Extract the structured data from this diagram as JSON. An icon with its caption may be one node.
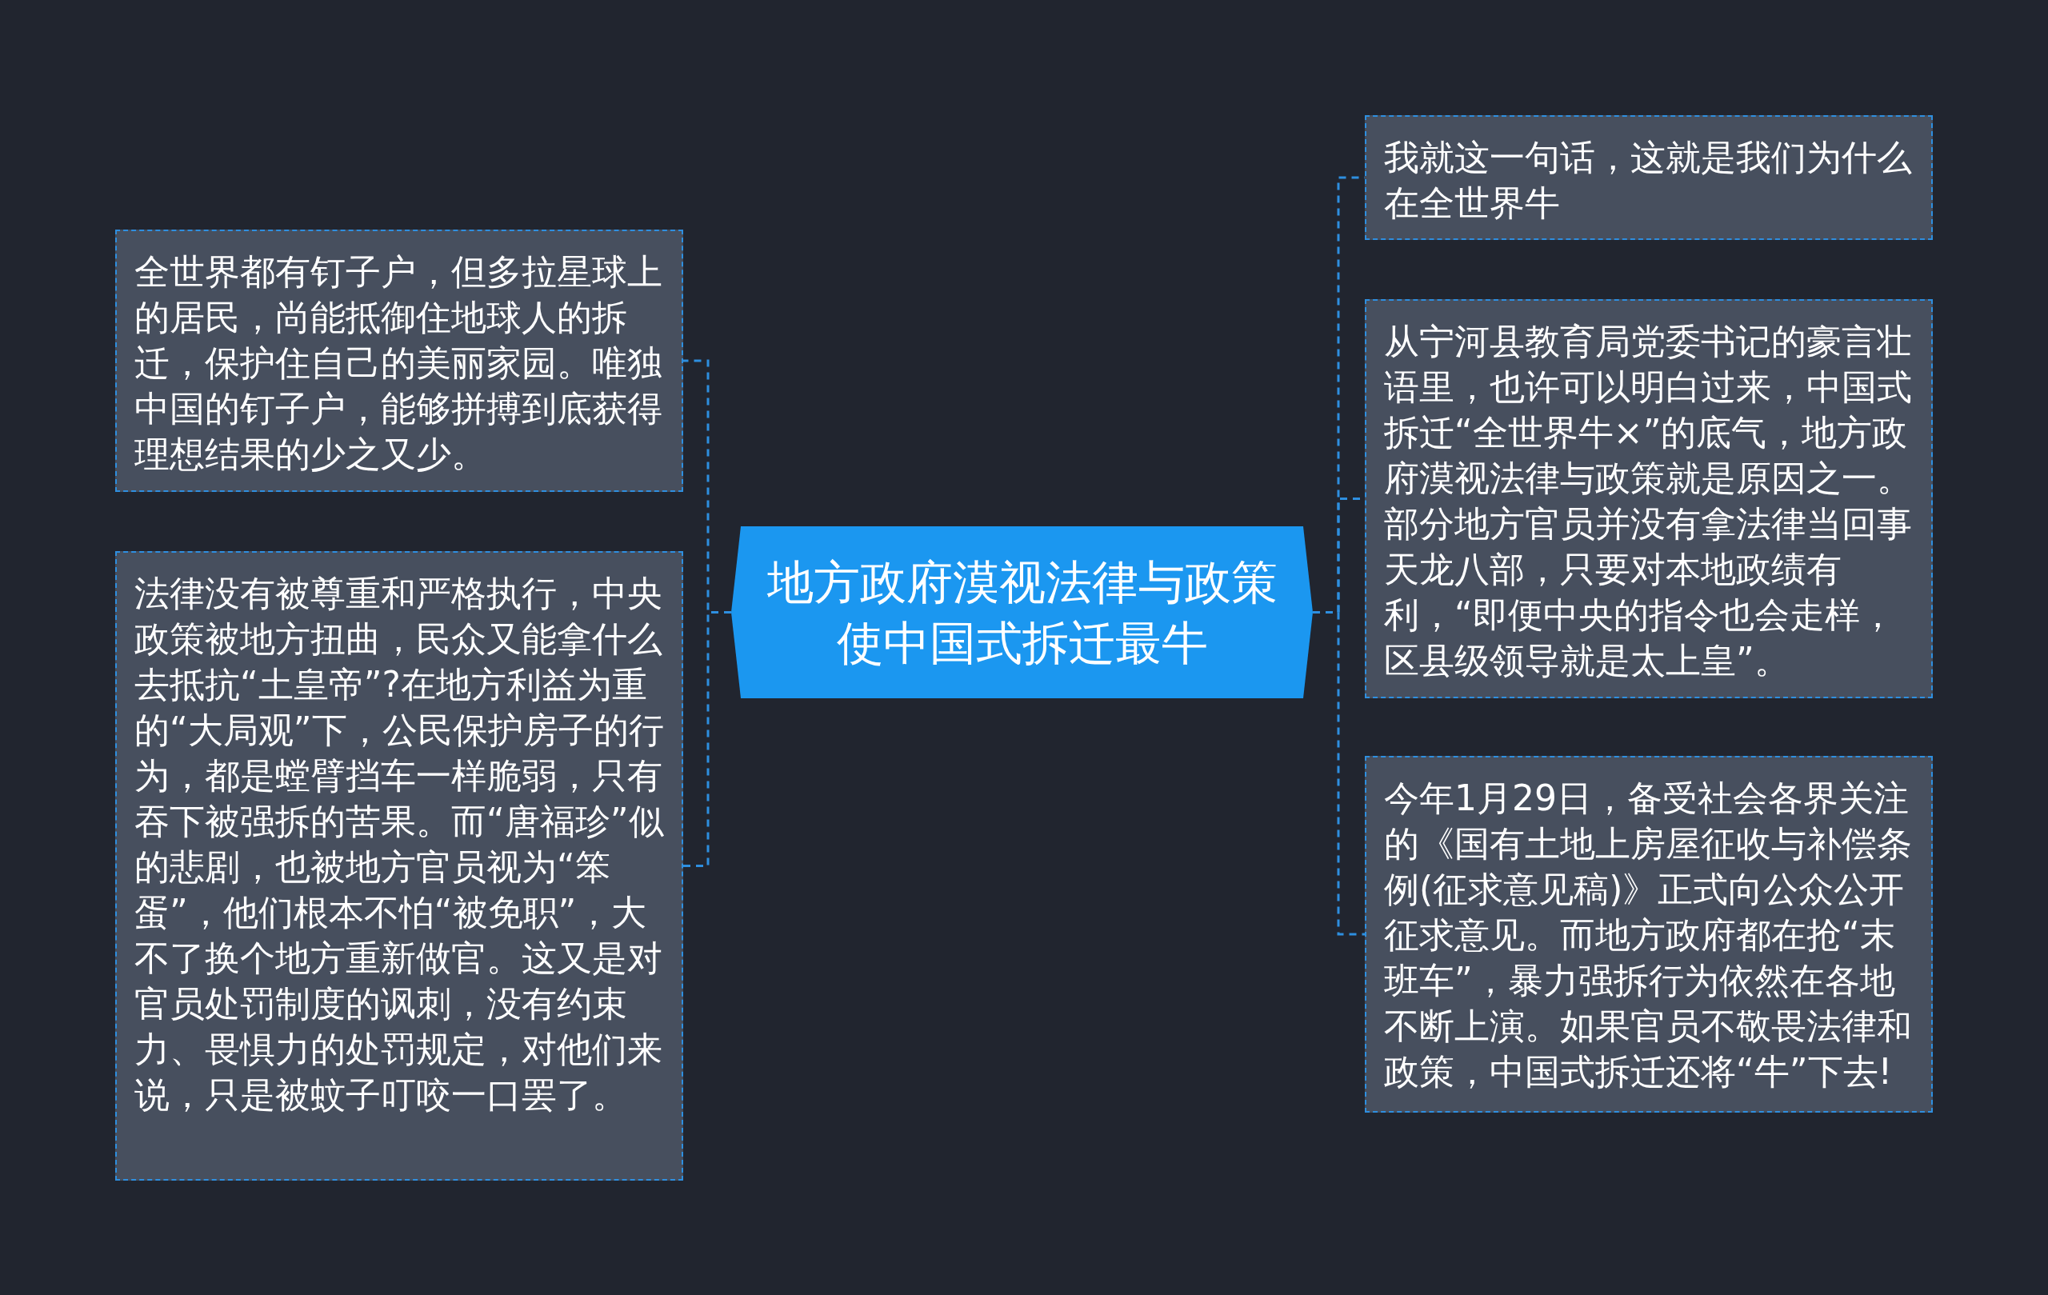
{
  "diagram": {
    "nodes": [
      {
        "text": [
          "地方政府漠视法律与政策使中国式拆迁最牛"
        ]
      },
      {
        "text": [
          "全世界都有钉子户，但多拉星球上的居民，尚能抵御住地球人的拆迁，保护住自己的美丽家园。唯独中国的钉子户，能够拼搏到底获得理想结果的少之又少。"
        ]
      },
      {
        "text": [
          "法律没有被尊重和严格执行，中央政策被地方扭曲，民众又能拿什么去抵抗“土皇帝”?在地方利益为重的“大局观”下，公民保护房子的行为，都是螳臂挡车一样脆弱，只有吞下被强拆的苦果。而“唐福珍”似的悲剧，也被地方官员视为“笨蛋”，他们根本不怕“被免职”，大不了换个地方重新做官。这又是对官员处罚制度的讽刺，没有约束力、畏惧力的处罚规定，对他们来说，只是被蚊子叮咬一口罢了。"
        ]
      },
      {
        "text": [
          "我就这一句话，这就是我们为什么在全世界牛"
        ]
      },
      {
        "text": [
          "从宁河县教育局党委书记的豪言壮语里，也许可以明白过来，中国式拆迁“全世界牛×”的底气，地方政府漠视法律与政策就是原因之一。部分地方官员并没有拿法律当回事天龙八部，只要对本地政绩有利，“即便中央的指令也会走样，区县级领导就是太上皇”。"
        ]
      },
      {
        "text": [
          "今年1月29日，备受社会各界关注的《国有土地上房屋征收与补偿条例(征求意见稿)》正式向公众公开征求意见。而地方政府都在抢“末班车”，暴力强拆行为依然在各地不断上演。如果官员不敬畏法律和政策，中国式拆迁还将“牛”下去!"
        ]
      }
    ],
    "edges": [
      {
        "from": 0,
        "to": 1,
        "arrow": "none",
        "style": "dashed"
      },
      {
        "from": 0,
        "to": 2,
        "arrow": "none",
        "style": "dashed"
      },
      {
        "from": 0,
        "to": 3,
        "arrow": "none",
        "style": "dashed"
      },
      {
        "from": 0,
        "to": 4,
        "arrow": "none",
        "style": "dashed"
      },
      {
        "from": 0,
        "to": 5,
        "arrow": "none",
        "style": "dashed"
      }
    ]
  }
}
